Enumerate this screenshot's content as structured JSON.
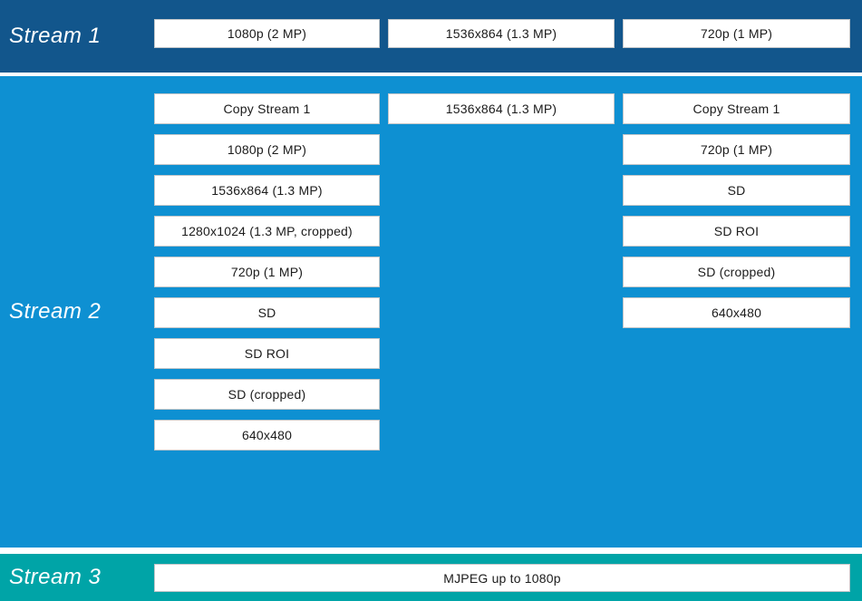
{
  "colors": {
    "stream1_band": "#12568c",
    "stream2_band": "#0e90d2",
    "stream3_band": "#00a4a7",
    "box_background": "#ffffff",
    "box_border": "#c2c6c9",
    "box_text": "#1b1b1b",
    "label_text": "#ffffff"
  },
  "streams": [
    {
      "label": "Stream 1",
      "columns": [
        [
          "1080p (2 MP)"
        ],
        [
          "1536x864 (1.3 MP)"
        ],
        [
          "720p (1 MP)"
        ]
      ]
    },
    {
      "label": "Stream 2",
      "columns": [
        [
          "Copy Stream 1",
          "1080p (2 MP)",
          "1536x864 (1.3 MP)",
          "1280x1024 (1.3 MP, cropped)",
          "720p (1 MP)",
          "SD",
          "SD ROI",
          "SD (cropped)",
          "640x480"
        ],
        [
          "1536x864 (1.3 MP)"
        ],
        [
          "Copy Stream 1",
          "720p (1 MP)",
          "SD",
          "SD ROI",
          "SD (cropped)",
          "640x480"
        ]
      ]
    },
    {
      "label": "Stream 3",
      "columns": [
        [
          "MJPEG up to 1080p"
        ]
      ]
    }
  ]
}
